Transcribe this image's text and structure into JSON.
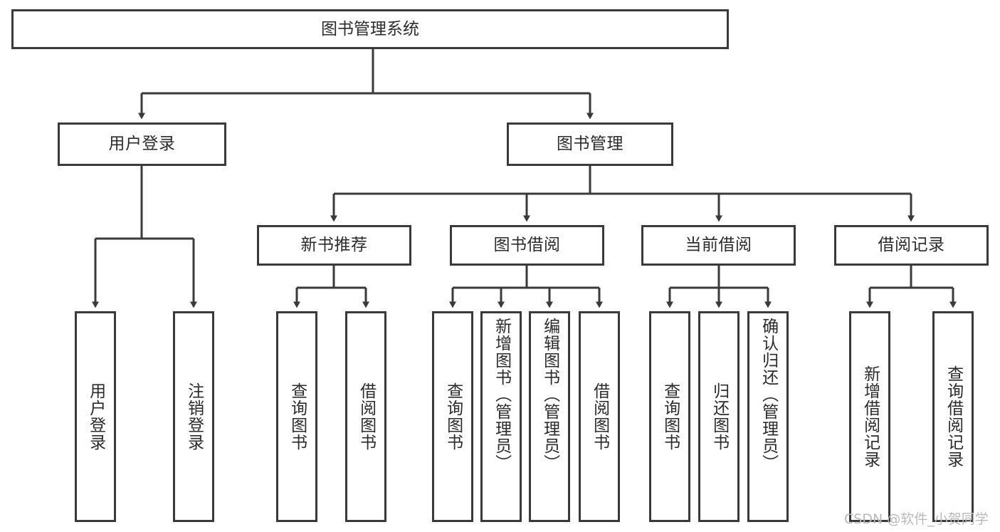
{
  "diagram": {
    "title": "图书管理系统",
    "type": "hierarchy-tree",
    "root": {
      "id": "root",
      "label": "图书管理系统"
    },
    "level2": [
      {
        "id": "user-login",
        "label": "用户登录"
      },
      {
        "id": "book-management",
        "label": "图书管理"
      }
    ],
    "level3": [
      {
        "id": "new-book-recommend",
        "label": "新书推荐",
        "parent": "book-management"
      },
      {
        "id": "book-borrow",
        "label": "图书借阅",
        "parent": "book-management"
      },
      {
        "id": "current-borrow",
        "label": "当前借阅",
        "parent": "book-management"
      },
      {
        "id": "borrow-record",
        "label": "借阅记录",
        "parent": "book-management"
      }
    ],
    "leaves": [
      {
        "id": "leaf-user-login",
        "label": "用户登录",
        "parent": "user-login"
      },
      {
        "id": "leaf-logout",
        "label": "注销登录",
        "parent": "user-login"
      },
      {
        "id": "leaf-query-book-1",
        "label": "查询图书",
        "parent": "new-book-recommend"
      },
      {
        "id": "leaf-borrow-book-1",
        "label": "借阅图书",
        "parent": "new-book-recommend"
      },
      {
        "id": "leaf-query-book-2",
        "label": "查询图书",
        "parent": "book-borrow"
      },
      {
        "id": "leaf-add-book",
        "label": "新增图书（管理员）",
        "parent": "book-borrow"
      },
      {
        "id": "leaf-edit-book",
        "label": "编辑图书（管理员）",
        "parent": "book-borrow"
      },
      {
        "id": "leaf-borrow-book-2",
        "label": "借阅图书",
        "parent": "book-borrow"
      },
      {
        "id": "leaf-query-book-3",
        "label": "查询图书",
        "parent": "current-borrow"
      },
      {
        "id": "leaf-return-book",
        "label": "归还图书",
        "parent": "current-borrow"
      },
      {
        "id": "leaf-confirm-return",
        "label": "确认归还（管理员）",
        "parent": "current-borrow"
      },
      {
        "id": "leaf-add-record",
        "label": "新增借阅记录",
        "parent": "borrow-record"
      },
      {
        "id": "leaf-query-record",
        "label": "查询借阅记录",
        "parent": "borrow-record"
      }
    ],
    "watermark": "CSDN @软件_小贺同学",
    "colors": {
      "stroke": "#3a3a3a",
      "background": "#ffffff",
      "text": "#2b2b2b",
      "watermark": "#b9b9b9"
    }
  }
}
